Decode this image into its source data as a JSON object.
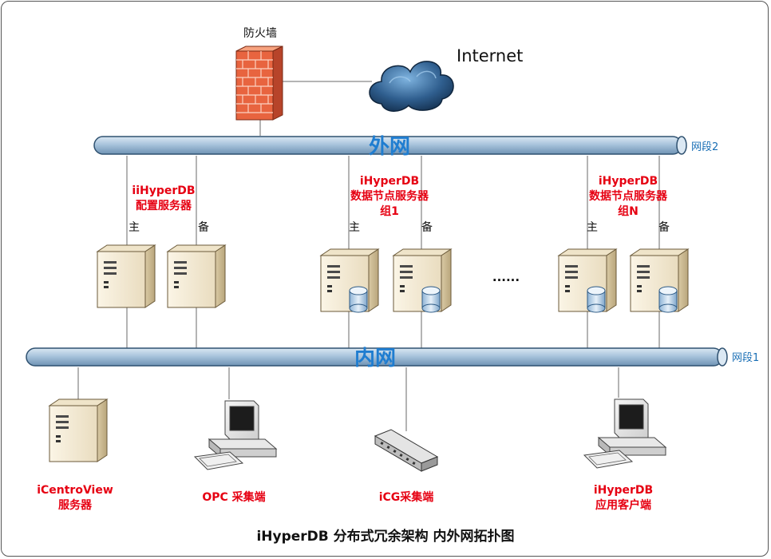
{
  "title": "iHyperDB 分布式冗余架构 内外网拓扑图",
  "firewall": {
    "label": "防火墙",
    "icon": "firewall-icon"
  },
  "internet": {
    "label": "Internet",
    "icon": "cloud-icon"
  },
  "outer_network": {
    "label": "外网",
    "segment": "网段2"
  },
  "inner_network": {
    "label": "内网",
    "segment": "网段1"
  },
  "config_servers": {
    "label_lines": [
      "iiHyperDB",
      "配置服务器"
    ],
    "primary": "主",
    "backup": "备"
  },
  "data_group_1": {
    "label_lines": [
      "iHyperDB",
      "数据节点服务器",
      "组1"
    ],
    "primary": "主",
    "backup": "备"
  },
  "data_group_n": {
    "label_lines": [
      "iHyperDB",
      "数据节点服务器",
      "组N"
    ],
    "primary": "主",
    "backup": "备"
  },
  "ellipsis": "......",
  "clients": {
    "icentroview": {
      "label_lines": [
        "iCentroView",
        "服务器"
      ]
    },
    "opc": {
      "label_lines": [
        "OPC 采集端"
      ]
    },
    "icg": {
      "label_lines": [
        "iCG采集端"
      ]
    },
    "app_client": {
      "label_lines": [
        "iHyperDB",
        "应用客户端"
      ]
    }
  },
  "colors": {
    "accent_red": "#e60012",
    "network_blue": "#1f7dd0",
    "segment_blue": "#1a6fb5",
    "pipe_fill": "#a9c4dc"
  }
}
